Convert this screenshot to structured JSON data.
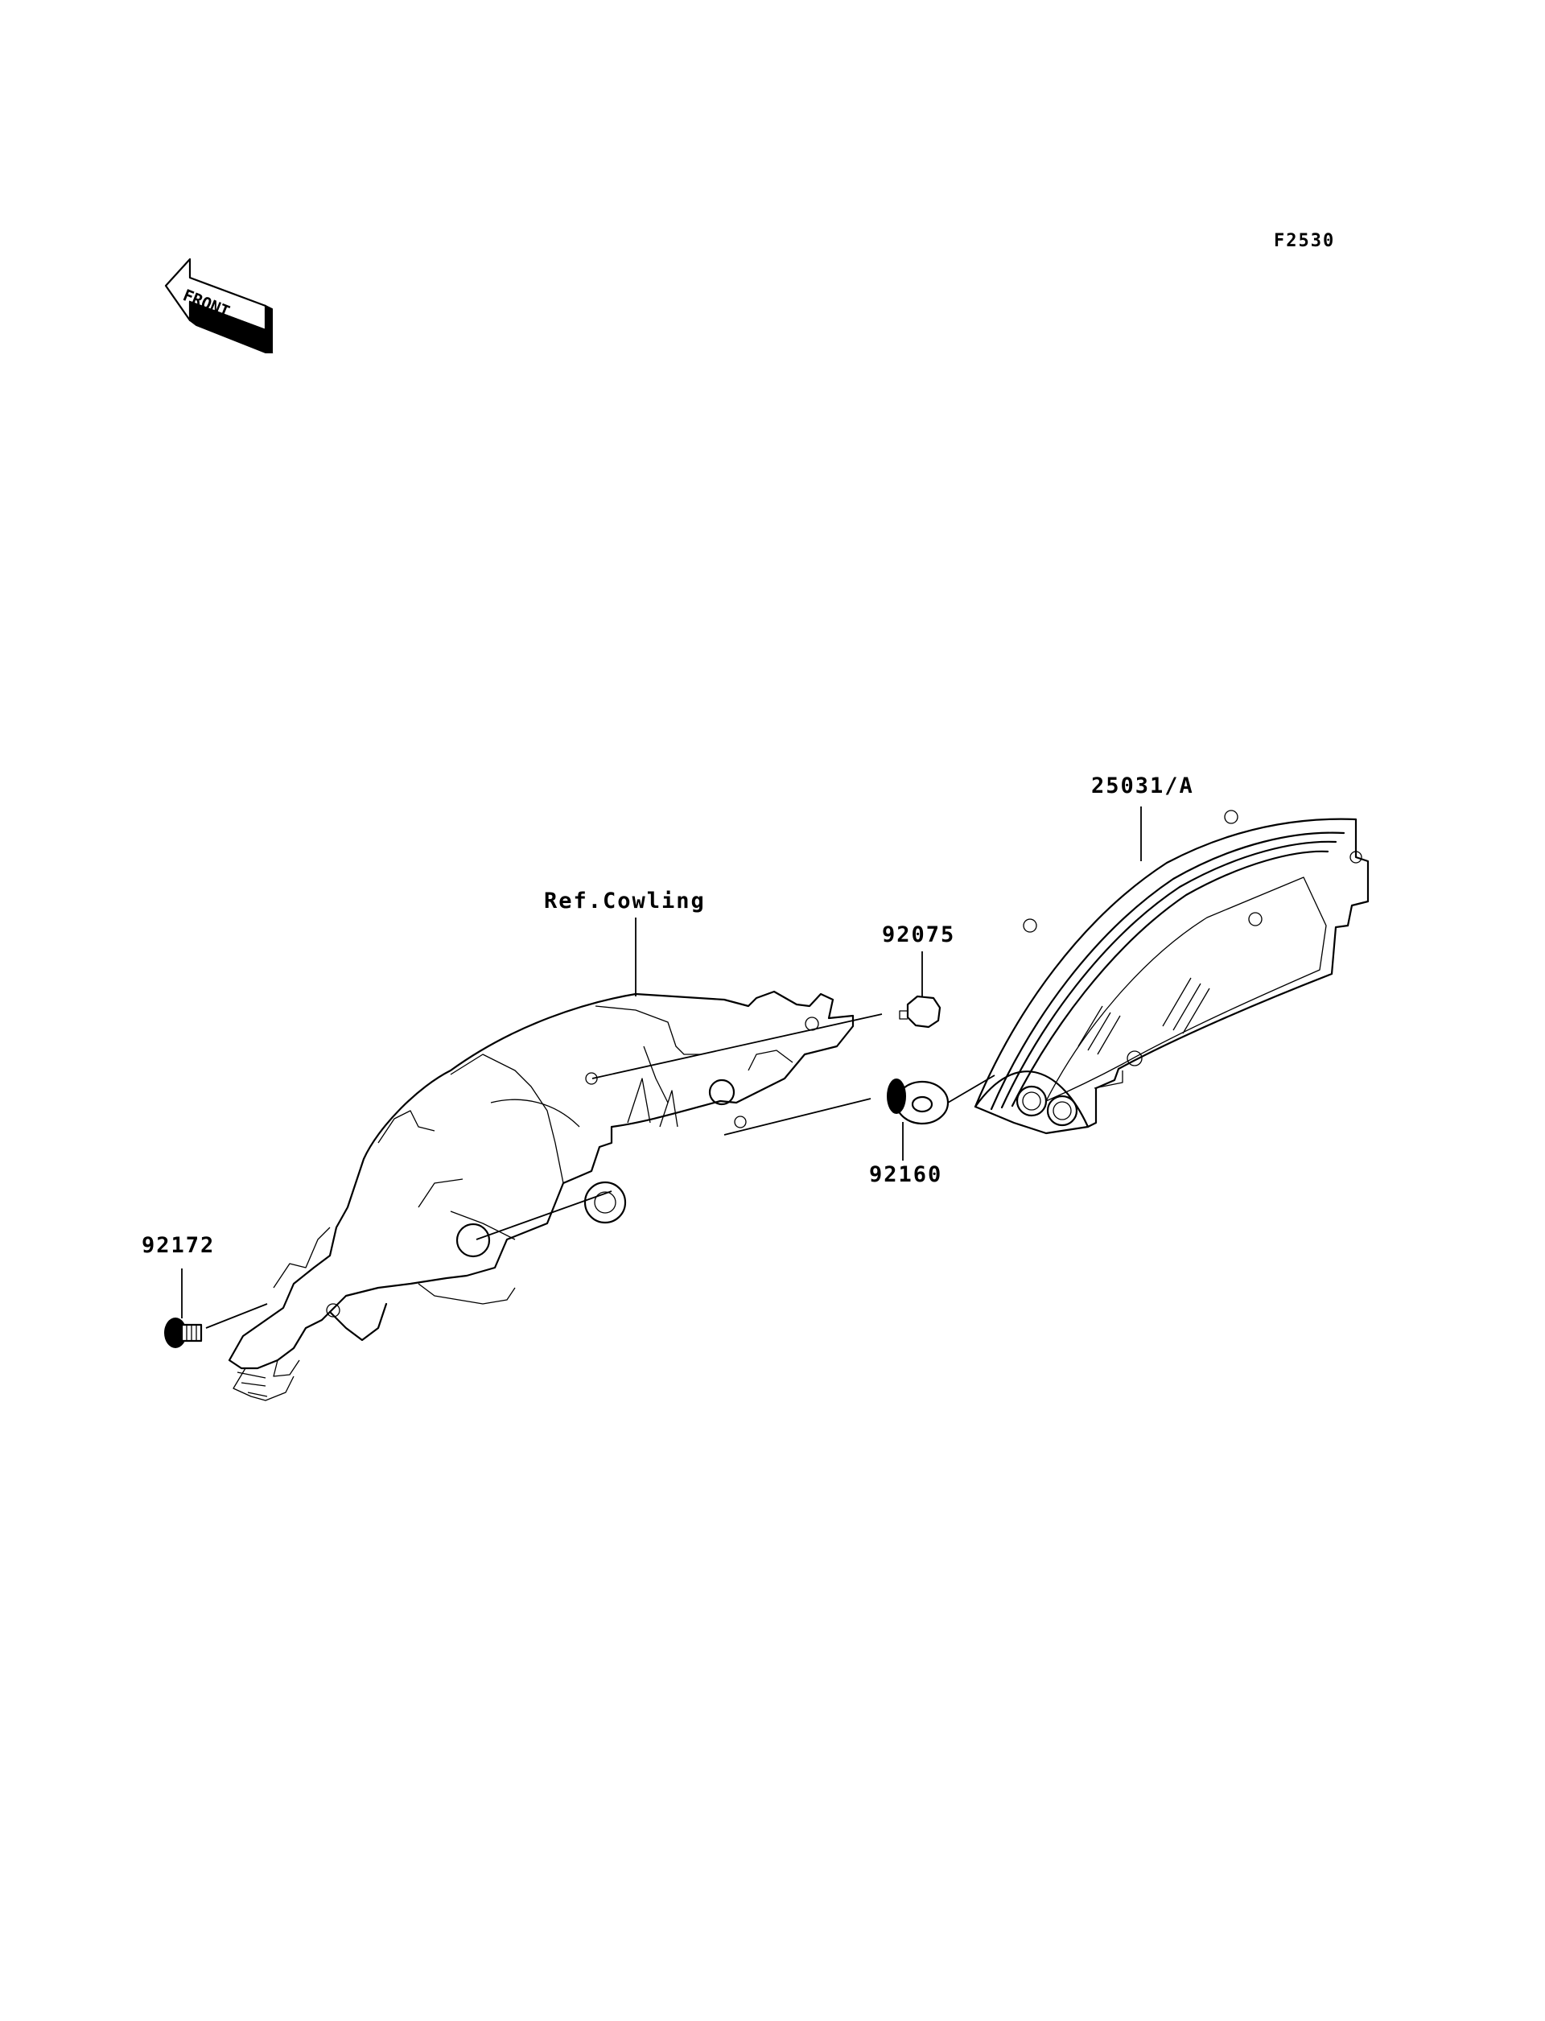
{
  "figure_code": "F2530",
  "front_label": "FRONT",
  "parts": {
    "meter": "25031/A",
    "cowling": "Ref.Cowling",
    "pin": "92075",
    "grommet": "92160",
    "screw": "92172"
  }
}
